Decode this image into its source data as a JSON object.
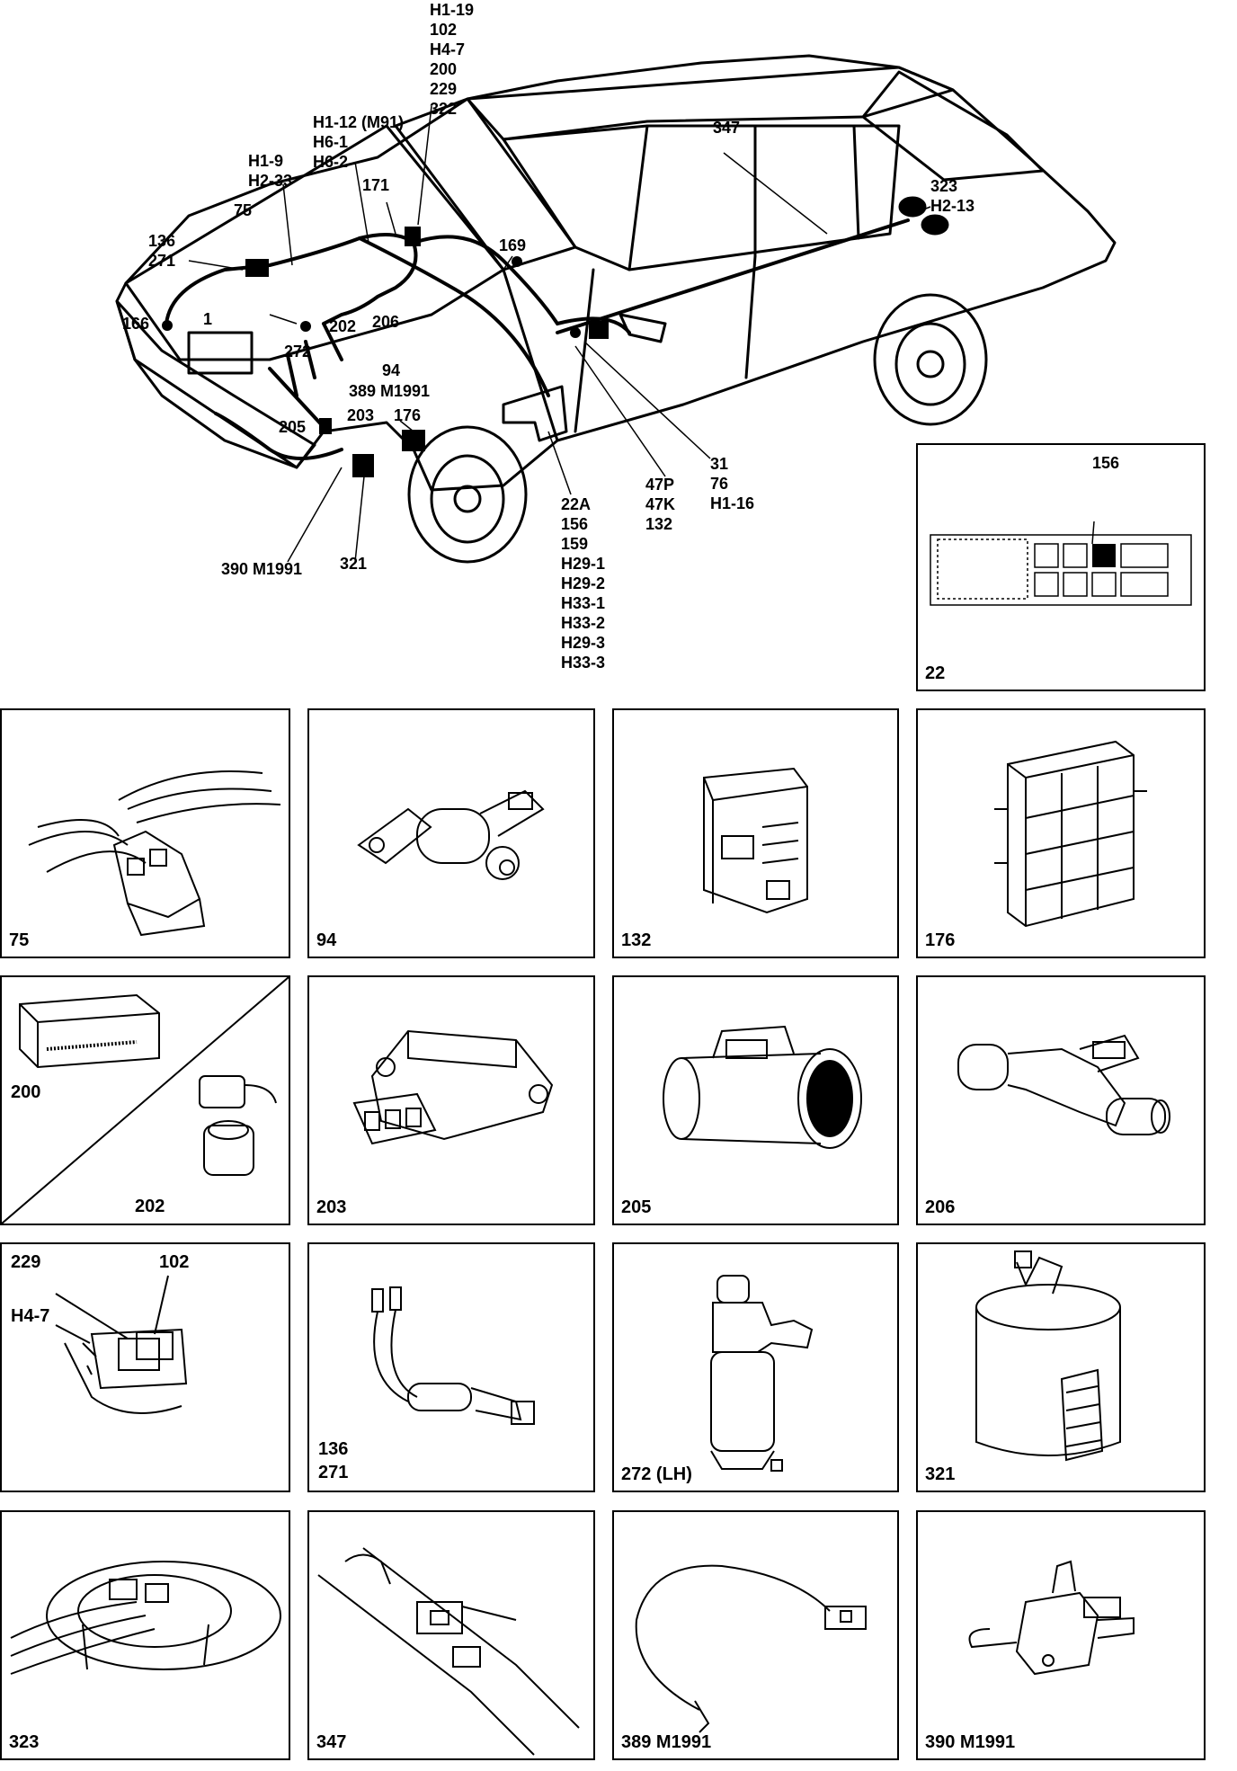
{
  "overview": {
    "callouts": {
      "top_stack": [
        "H1-19",
        "102",
        "H4-7",
        "200",
        "229",
        "322"
      ],
      "h1_12_stack": [
        "H1-12 (M91)",
        "H6-1",
        "H6-2"
      ],
      "h1_9_stack": [
        "H1-9",
        "H2-33"
      ],
      "c171": "171",
      "c75": "75",
      "c136_stack": [
        "136",
        "271"
      ],
      "c169": "169",
      "c347": "347",
      "c323_stack": [
        "323",
        "H2-13"
      ],
      "c1": "1",
      "c166": "166",
      "c272": "272",
      "c202": "202",
      "c206": "206",
      "c94": "94",
      "c389": "389 M1991",
      "c205": "205",
      "c203": "203",
      "c176": "176",
      "c31_stack": [
        "31",
        "76",
        "H1-16"
      ],
      "c47_stack": [
        "47P",
        "47K",
        "132"
      ],
      "c22a_stack": [
        "22A",
        "156",
        "159",
        "H29-1",
        "H29-2",
        "H33-1",
        "H33-2",
        "H29-3",
        "H33-3"
      ],
      "c390": "390 M1991",
      "c321": "321"
    }
  },
  "fusebox_panel": {
    "label": "22",
    "highlight_label": "156"
  },
  "panels": [
    {
      "label": "75"
    },
    {
      "label": "94"
    },
    {
      "label": "132"
    },
    {
      "label": "176"
    },
    {
      "label": "200",
      "label2": "202"
    },
    {
      "label": "203"
    },
    {
      "label": "205"
    },
    {
      "label": "206"
    },
    {
      "label": "",
      "inner": [
        "229",
        "102",
        "H4-7"
      ]
    },
    {
      "label": "136",
      "label2": "271"
    },
    {
      "label": "272 (LH)"
    },
    {
      "label": "321"
    },
    {
      "label": "323"
    },
    {
      "label": "347"
    },
    {
      "label": "389 M1991"
    },
    {
      "label": "390 M1991"
    }
  ]
}
